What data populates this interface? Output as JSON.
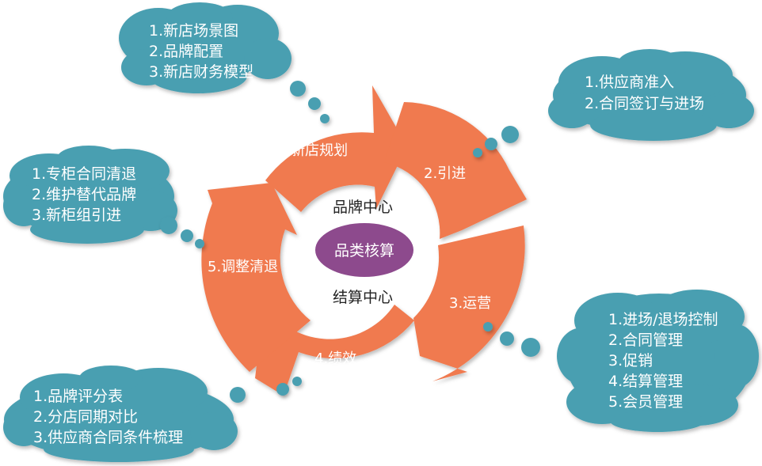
{
  "colors": {
    "cycle": "#f07a4f",
    "cloud": "#4a9fb1",
    "core": "#8d4a8d",
    "background": "#ffffff"
  },
  "center": {
    "top_label": "品牌中心",
    "core_label": "品类核算",
    "bottom_label": "结算中心"
  },
  "segments": [
    {
      "label": "1.新店规划"
    },
    {
      "label": "2.引进"
    },
    {
      "label": "3.运营"
    },
    {
      "label": "4.绩效"
    },
    {
      "label": "5.调整清退"
    }
  ],
  "clouds": {
    "new_store": {
      "lines": [
        "1.新店场景图",
        "2.品牌配置",
        "3.新店财务模型"
      ]
    },
    "import": {
      "lines": [
        "1.供应商准入",
        "2.合同签订与进场"
      ]
    },
    "operation": {
      "lines": [
        "1.进场/退场控制",
        "2.合同管理",
        "3.促销",
        "4.结算管理",
        "5.会员管理"
      ]
    },
    "performance": {
      "lines": [
        "1.品牌评分表",
        "2.分店同期对比",
        "3.供应商合同条件梳理"
      ]
    },
    "adjust": {
      "lines": [
        "1.专柜合同清退",
        "2.维护替代品牌",
        "3.新柜组引进"
      ]
    }
  }
}
